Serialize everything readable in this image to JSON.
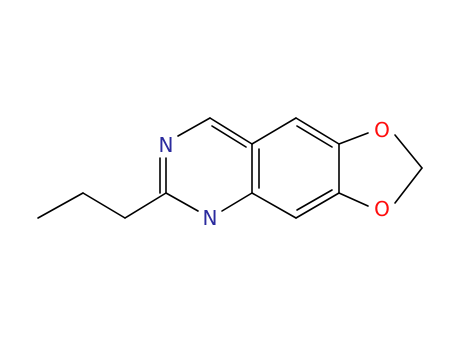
{
  "molecule": {
    "colors": {
      "background": "#ffffff",
      "bond": "#000000",
      "nitrogen": "#2b2b9e",
      "oxygen": "#ff0d0d"
    },
    "atoms": {
      "n_upper": "N",
      "n_lower": "N",
      "o_upper": "O",
      "o_lower": "O"
    }
  }
}
